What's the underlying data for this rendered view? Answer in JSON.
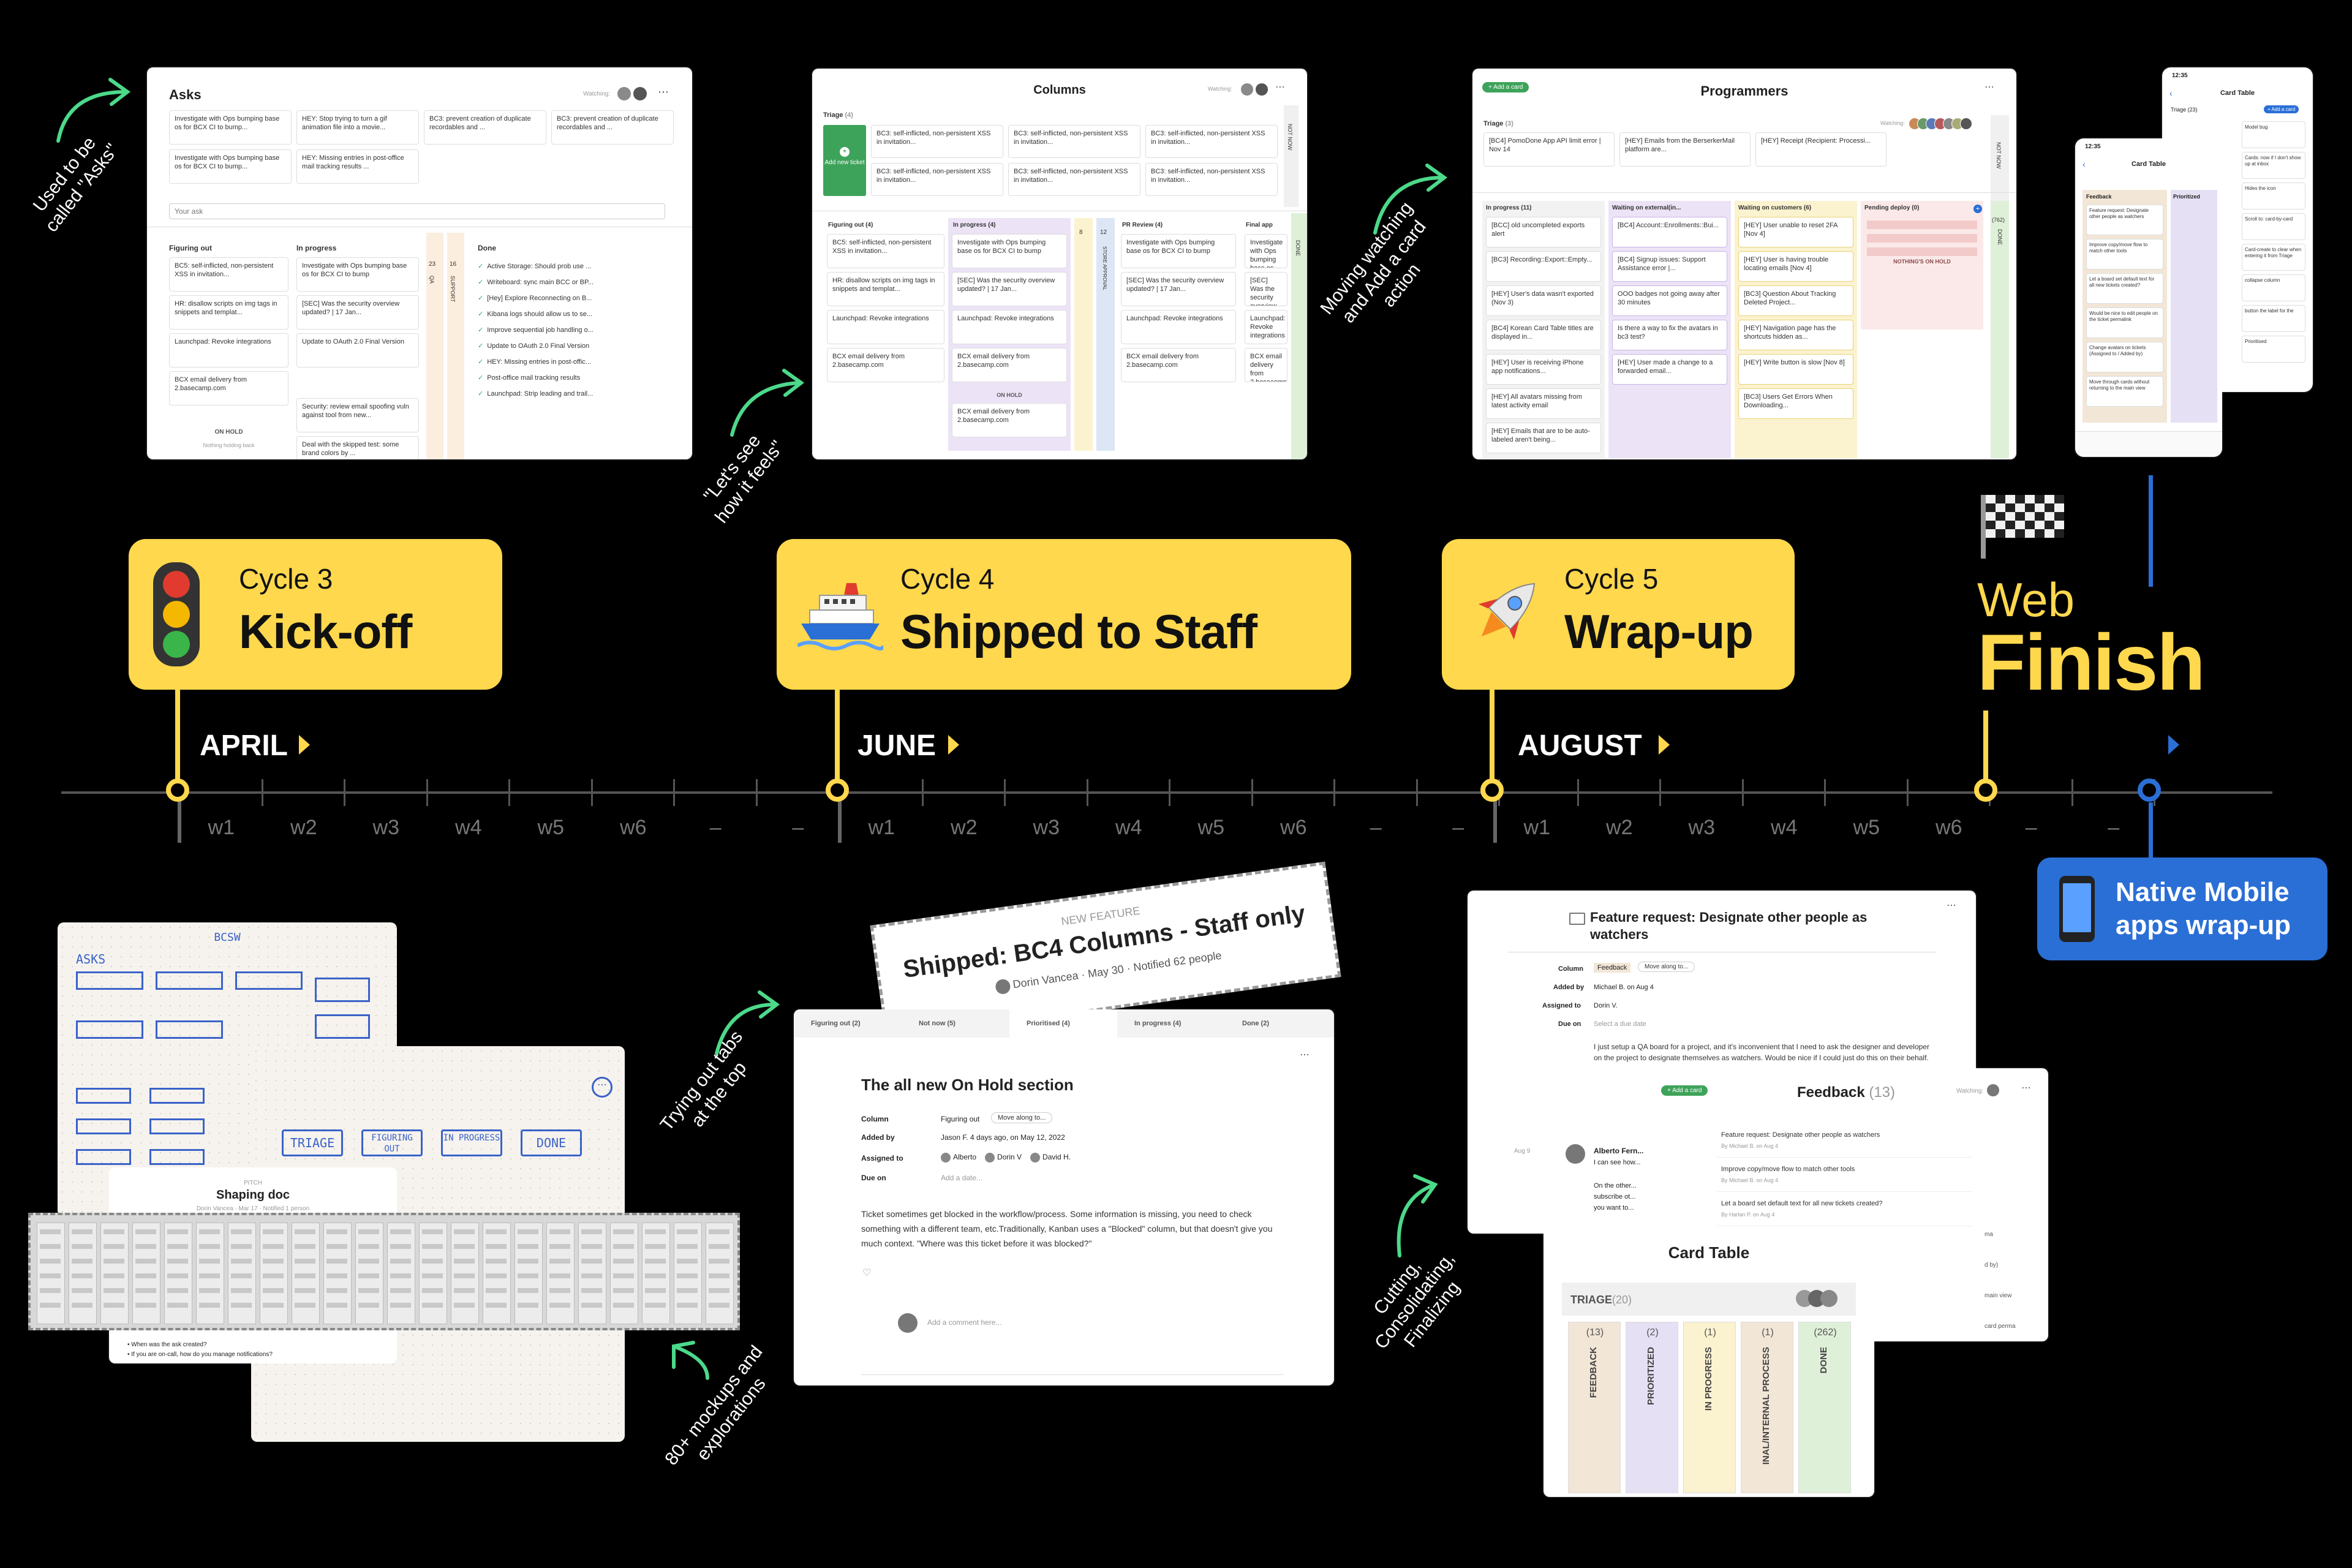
{
  "timeline": {
    "months": [
      "APRIL",
      "JUNE",
      "AUGUST"
    ],
    "weeks": [
      "w1",
      "w2",
      "w3",
      "w4",
      "w5",
      "w6",
      "–",
      "–",
      "w1",
      "w2",
      "w3",
      "w4",
      "w5",
      "w6",
      "–",
      "–",
      "w1",
      "w2",
      "w3",
      "w4",
      "w5",
      "w6",
      "–",
      "–"
    ],
    "colors": {
      "accent": "#ffd84d",
      "blue": "#2a6fd6",
      "axis": "#555555"
    }
  },
  "cycles": [
    {
      "small": "Cycle 3",
      "big": "Kick-off",
      "icon": "traffic-light"
    },
    {
      "small": "Cycle 4",
      "big": "Shipped to Staff",
      "icon": "cruise-ship"
    },
    {
      "small": "Cycle 5",
      "big": "Wrap-up",
      "icon": "rocket"
    }
  ],
  "finish": {
    "small": "Web",
    "big": "Finish",
    "icon": "checkered-flag"
  },
  "mobile_badge": {
    "line1": "Native Mobile",
    "line2": "apps wrap-up",
    "icon": "mobile-phone"
  },
  "notes": {
    "asks": "Used to be\ncalled \"Asks\"",
    "feels": "\"Let's see\nhow it feels\"",
    "watching": "Moving watching\nand Add a card\naction",
    "tabs": "Trying out tabs\nat the top",
    "mockups": "80+ mockups and\nexplorations",
    "cutting": "Cutting,\nConsolidating,\nFinalizing"
  },
  "asks_shot": {
    "title": "Asks",
    "watching": "Watching:",
    "top_cards": [
      "Investigate with Ops bumping base os for BCX CI to bump...",
      "HEY: Stop trying to turn a gif animation file into a movie...",
      "BC3: prevent creation of duplicate recordables and ...",
      "BC3: prevent creation of duplicate recordables and ...",
      "Investigate with Ops bumping base os for BCX CI to bump...",
      "HEY: Missing entries in post-office mail tracking results ..."
    ],
    "input_placeholder": "Your ask",
    "columns": [
      "Figuring out",
      "In progress",
      "Done"
    ],
    "figuring": [
      "BC5: self-inflicted, non-persistent XSS in invitation...",
      "HR: disallow scripts on img tags in snippets and templat...",
      "Launchpad: Revoke integrations",
      "BCX email delivery from 2.basecamp.com"
    ],
    "inprogress": [
      "Investigate with Ops bumping base os for BCX CI to bump",
      "[SEC] Was the security overview updated? | 17 Jan...",
      "Update to OAuth 2.0 Final Version",
      "Security: review email spoofing vuln against tool from new..."
    ],
    "done": [
      "Active Storage: Should prob use ...",
      "Writeboard: sync main BCC or BP...",
      "[Hey] Explore Reconnecting on B...",
      "Kibana logs should allow us to se...",
      "Improve sequential job handling o...",
      "Update to OAuth 2.0 Final Version",
      "HEY: Missing entries in post-offic...",
      "Post-office mail tracking results",
      "Launchpad: Strip leading and trail..."
    ],
    "on_hold": "ON HOLD",
    "on_hold_sub": "Nothing holding back",
    "extra": "Deal with the skipped test: some brand colors by ...",
    "qa": "QA",
    "support": "SUPPORT",
    "counts": [
      "23",
      "16"
    ]
  },
  "columns_shot": {
    "title": "Columns",
    "watching": "Watching:",
    "triage": "Triage",
    "triage_count": "(4)",
    "add_new": "Add new ticket",
    "triage_cards": [
      "BC3: self-inflicted, non-persistent XSS in invitation...",
      "BC3: self-inflicted, non-persistent XSS in invitation...",
      "BC3: self-inflicted, non-persistent XSS in invitation...",
      "BC3: self-inflicted, non-persistent XSS in invitation...",
      "BC3: self-inflicted, non-persistent XSS in invitation...",
      "BC3: self-inflicted, non-persistent XSS in invitation..."
    ],
    "columns": [
      "Figuring out (4)",
      "In progress (4)",
      "PR Review (4)",
      "Final app"
    ],
    "figuring": [
      "BC5: self-inflicted, non-persistent XSS in invitation...",
      "HR: disallow scripts on img tags in snippets and templat...",
      "Launchpad: Revoke integrations",
      "BCX email delivery from 2.basecamp.com"
    ],
    "inprogress": [
      "Investigate with Ops bumping base os for BCX CI to bump",
      "[SEC] Was the security overview updated? | 17 Jan...",
      "Launchpad: Revoke integrations",
      "BCX email delivery from 2.basecamp.com",
      "BCX email delivery from 2.basecamp.com"
    ],
    "prreview": [
      "Investigate with Ops bumping base os for BCX CI to bump",
      "[SEC] Was the security overview updated? | 17 Jan...",
      "Launchpad: Revoke integrations",
      "BCX email delivery from 2.basecamp.com"
    ],
    "on_hold": "ON HOLD",
    "not_now": "NOT NOW",
    "done": "DONE",
    "store_approval": "STORE APPROVAL",
    "counts": [
      "8",
      "12"
    ]
  },
  "programmers_shot": {
    "title": "Programmers",
    "add_card": "+ Add a card",
    "triage": "Triage",
    "triage_count": "(3)",
    "watching": "Watching:",
    "triage_cards": [
      "[BC4] PomoDone App API limit error | Nov 14",
      "[HEY] Emails from the BerserkerMail platform are...",
      "[HEY] Receipt (Recipient: Processi..."
    ],
    "columns": [
      "In progress (11)",
      "Waiting on external(in...",
      "Waiting on customers (6)",
      "Pending deploy (0)"
    ],
    "inprogress": [
      "[BCC] old uncompleted exports alert",
      "[BC3] Recording::Export::Empty...",
      "[HEY] User's data wasn't exported (Nov 3)",
      "[BC4] Korean Card Table titles are displayed in...",
      "[HEY] User is receiving iPhone app notifications...",
      "[HEY] All avatars missing from latest activity email",
      "[HEY] Emails that are to be auto-labeled aren't being..."
    ],
    "waiting_ext": [
      "[BC4] Account::Enrollments::Bui...",
      "[BC4] Signup issues: Support Assistance error |...",
      "OOO badges not going away after 30 minutes",
      "Is there a way to fix the avatars in bc3 test?",
      "[HEY] User made a change to a forwarded email..."
    ],
    "waiting_cust": [
      "[HEY] User unable to reset 2FA [Nov 4]",
      "[HEY] User is having trouble locating emails [Nov 4]",
      "[BC3] Question About Tracking Deleted Project...",
      "[HEY] Navigation page has the shortcuts hidden as...",
      "[HEY] Write button is slow [Nov 8]",
      "[BC3] Users Get Errors When Downloading..."
    ],
    "nothing_hold": "NOTHING'S ON HOLD",
    "not_now": "NOT NOW",
    "done": "DONE",
    "done_count": "(762)"
  },
  "phones": {
    "back": {
      "time": "12:35",
      "title": "Card Table",
      "add": "+ Add a card",
      "triage": "Triage (23)",
      "items": [
        "Model bug",
        "Cards: now if I don't show up at inbox",
        "Hides the icon",
        "Scroll to: card-by-card",
        "Card-create to clear when entering it from Triage",
        "collapse column",
        "button the label for the",
        "Prioritised"
      ]
    },
    "front": {
      "time": "12:35",
      "title": "Card Table",
      "col1": "Feedback",
      "col2": "Prioritized",
      "items": [
        "Feature request: Designate other people as watchers",
        "Improve copy/move flow to match other tools",
        "Let a board set default text for all new tickets created?",
        "Would be nice to edit people on the ticket permalink",
        "Change avatars on tickets (Assigned to / Added by)",
        "Move through cards without returning to the main view"
      ]
    }
  },
  "shaping": {
    "title": "BCSW",
    "asks": "ASKS",
    "flow": [
      "TRIAGE",
      "FIGURING OUT",
      "IN PROGRESS",
      "DONE"
    ],
    "pitch_label": "PITCH",
    "pitch_title": "Shaping doc",
    "pitch_meta": "Dorin Vancea · Mar 17 · Notified 1 person",
    "qa1": "When was the ask created?",
    "qa2": "If you are on-call, how do you manage notifications?"
  },
  "shipped": {
    "label": "NEW FEATURE",
    "title": "Shipped: BC4 Columns - Staff only",
    "author": "Dorin Vancea",
    "date": "May 30",
    "notified": "Notified 62 people"
  },
  "onhold_shot": {
    "tabs": [
      "Figuring out (2)",
      "Not now (5)",
      "Prioritised (4)",
      "In progress (4)",
      "Done (2)"
    ],
    "title": "The all new On Hold section",
    "fields": {
      "column_label": "Column",
      "column_value": "Figuring out",
      "move_along": "Move along to...",
      "added_label": "Added by",
      "added_value": "Jason F. 4 days ago, on May 12, 2022",
      "assigned_label": "Assigned to",
      "assigned": [
        "Alberto",
        "Dorin V",
        "David H."
      ],
      "due_label": "Due on",
      "due_value": "Add a date..."
    },
    "body": "Ticket sometimes get blocked in the workflow/process. Some information is missing, you need to check something with a different team, etc.Traditionally, Kanban uses a \"Blocked\" column, but that doesn't give you much context. \"Where was this ticket before it was blocked?\"",
    "comment_placeholder": "Add a comment here..."
  },
  "feature_request": {
    "title": "Feature request: Designate other people as watchers",
    "column_label": "Column",
    "column_value": "Feedback",
    "move_along": "Move along to...",
    "added_label": "Added by",
    "added_value": "Michael B. on Aug 4",
    "assigned_label": "Assigned to",
    "assigned_value": "Dorin V.",
    "due_label": "Due on",
    "due_value": "Select a due date",
    "body": "I just setup a QA board for a project, and it's inconvenient that I need to ask the designer and developer on the project to designate themselves as watchers. Would be nice if I could just do this on their behalf.",
    "comment_date": "Aug 9",
    "comment_author": "Alberto Fern...",
    "comment_lines": [
      "I can see how...",
      "On the other...",
      "subscribe ot...",
      "you want to..."
    ]
  },
  "feedback_shot": {
    "add_card": "+ Add a card",
    "title": "Feedback",
    "count": "(13)",
    "watching": "Watching:",
    "items": [
      {
        "t": "Feature request: Designate other people as watchers",
        "by": "By Michael B. on Aug 4"
      },
      {
        "t": "Improve copy/move flow to match other tools",
        "by": "By Michael B. on Aug 4"
      },
      {
        "t": "Let a board set default text for all new tickets created?",
        "by": "By Harlan P. on Aug 4"
      }
    ],
    "side": [
      "ma",
      "d by)",
      "main view",
      "card perma"
    ]
  },
  "card_table_shot": {
    "title": "Card Table",
    "triage": "TRIAGE",
    "triage_count": "(20)",
    "columns": [
      {
        "count": "(13)",
        "name": "FEEDBACK",
        "color": "#f2e6d6"
      },
      {
        "count": "(2)",
        "name": "PRIORITIZED",
        "color": "#e6e0f5"
      },
      {
        "count": "(1)",
        "name": "IN PROGRESS",
        "color": "#fbf2cf"
      },
      {
        "count": "(1)",
        "name": "INAL/INTERNAL PROCESS",
        "color": "#f2e6d6"
      },
      {
        "count": "(262)",
        "name": "DONE",
        "color": "#dff0d8"
      }
    ]
  }
}
